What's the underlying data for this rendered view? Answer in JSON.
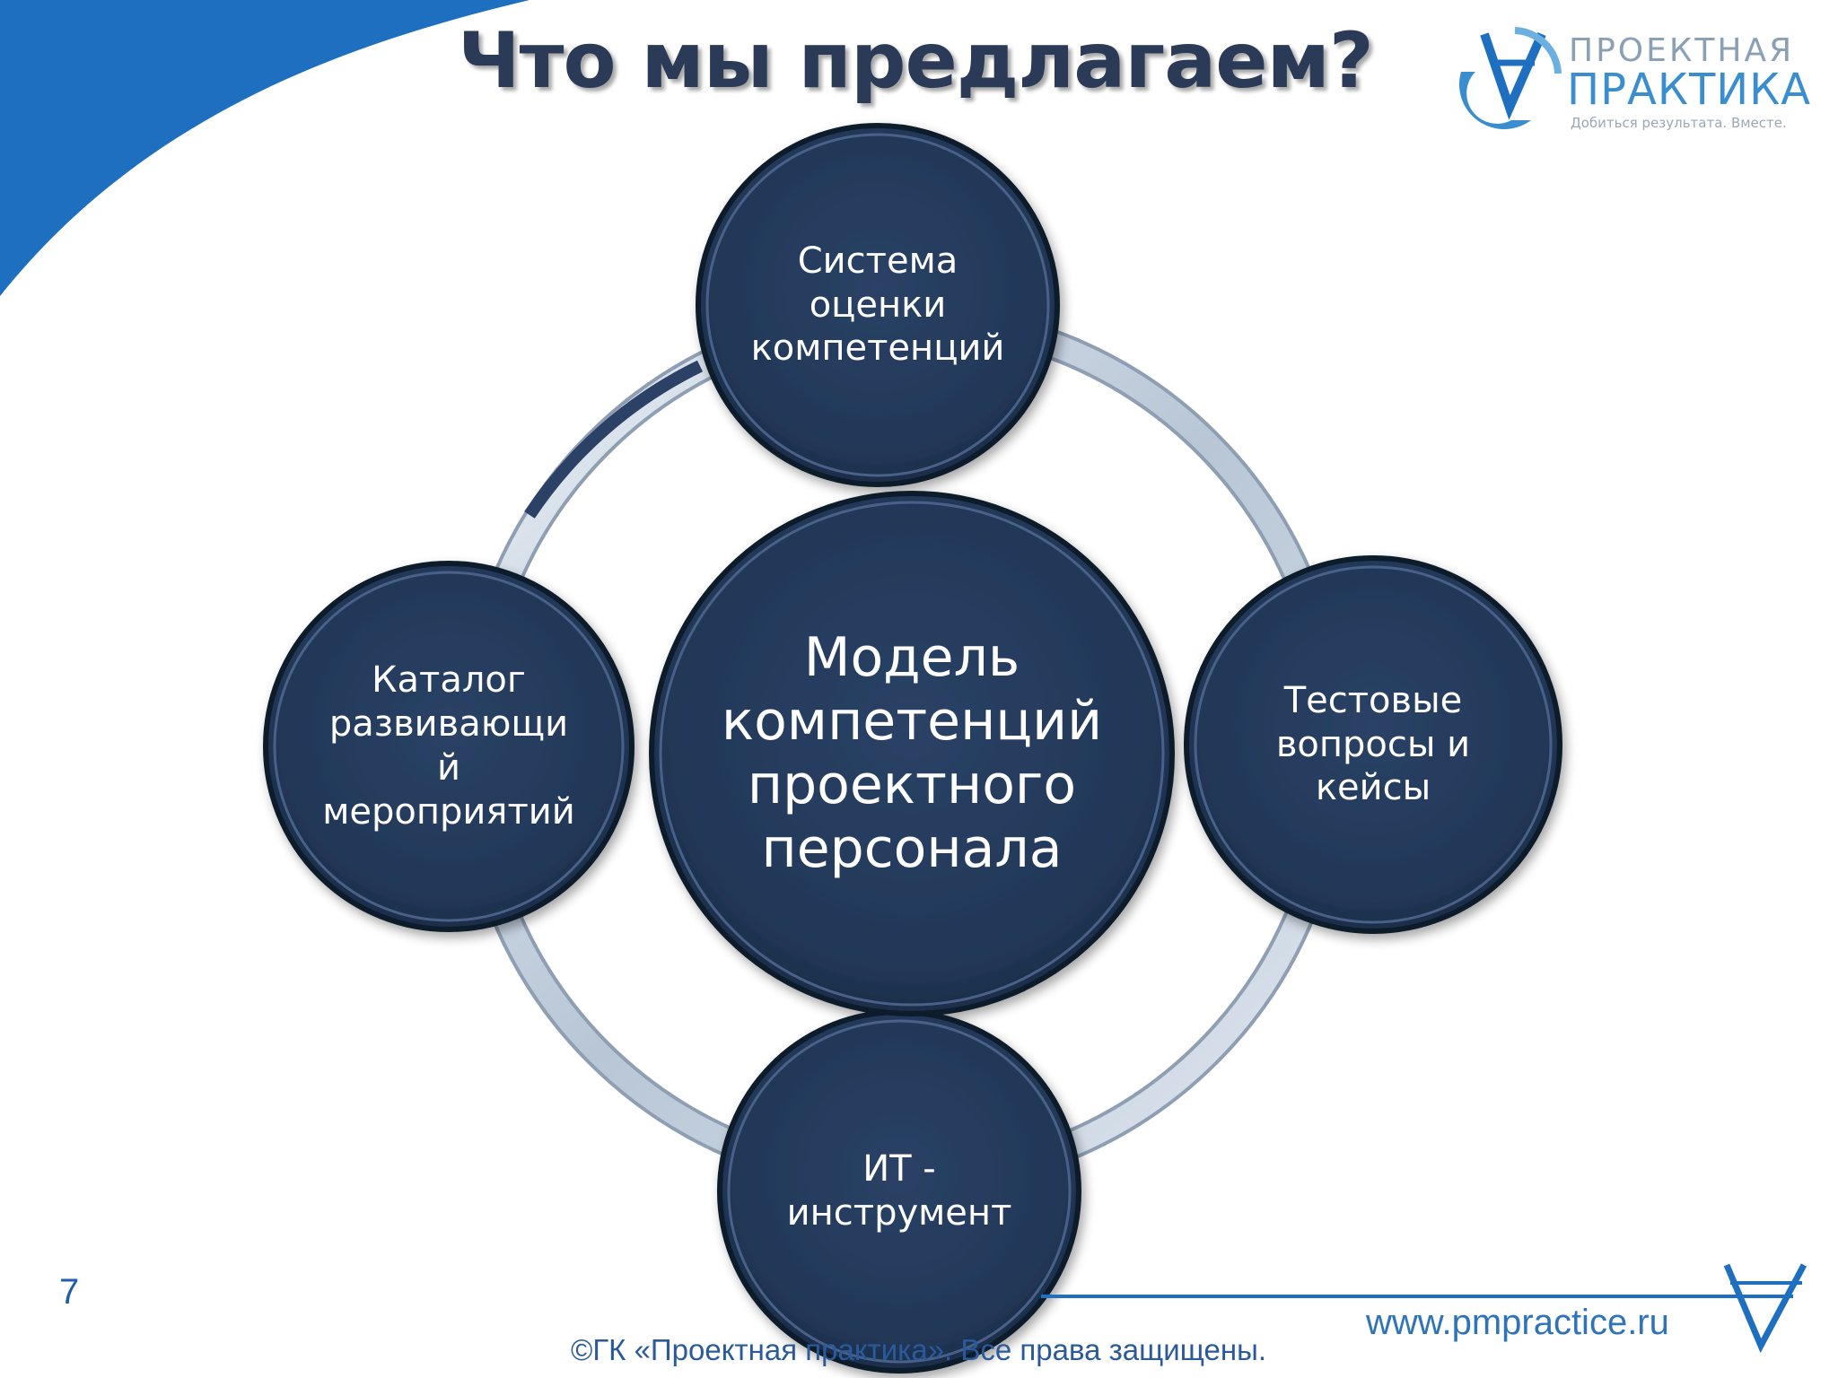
{
  "slide": {
    "title": "Что мы предлагаем?",
    "page_number": "7"
  },
  "logo": {
    "line1": "ПРОЕКТНАЯ",
    "line2": "ПРАКТИКА",
    "tagline": "Добиться результата. Вместе."
  },
  "diagram": {
    "center": [
      "Модель",
      "компетенций",
      "проектного",
      "персонала"
    ],
    "top": [
      "Система",
      "оценки",
      "компетенций"
    ],
    "right": [
      "Тестовые",
      "вопросы и",
      "кейсы"
    ],
    "bottom": [
      "ИТ -",
      "инструмент"
    ],
    "left": [
      "Каталог",
      "развивающи",
      "й",
      "мероприятий"
    ]
  },
  "footer": {
    "copyright": "©ГК «Проектная практика». Все права защищены.",
    "website": "www.pmpractice.ru"
  },
  "colors": {
    "circle_fill": "#243a5a",
    "title": "#2b3b57",
    "accent_blue": "#1f6fc0",
    "ring": "#c3cedb"
  }
}
